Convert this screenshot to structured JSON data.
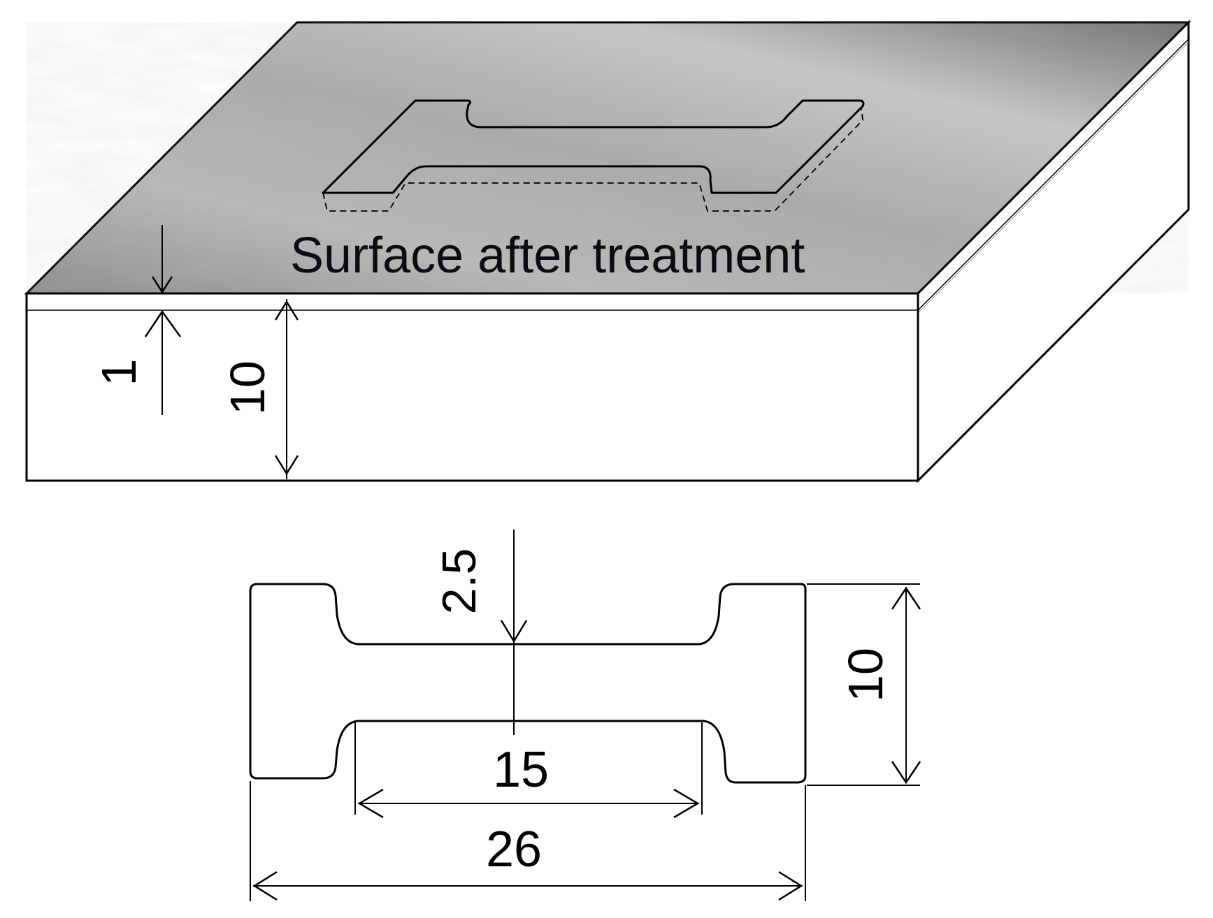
{
  "block": {
    "surface_label": "Surface after treatment",
    "layer_thickness": "1",
    "height": "10"
  },
  "specimen": {
    "neck_width": "2.5",
    "gauge_length": "15",
    "total_length": "26",
    "grip_width": "10"
  },
  "colors": {
    "surface_dark": "#6e6e6e",
    "surface_light": "#c9c9c9",
    "line": "#000000",
    "fill": "#ffffff"
  }
}
